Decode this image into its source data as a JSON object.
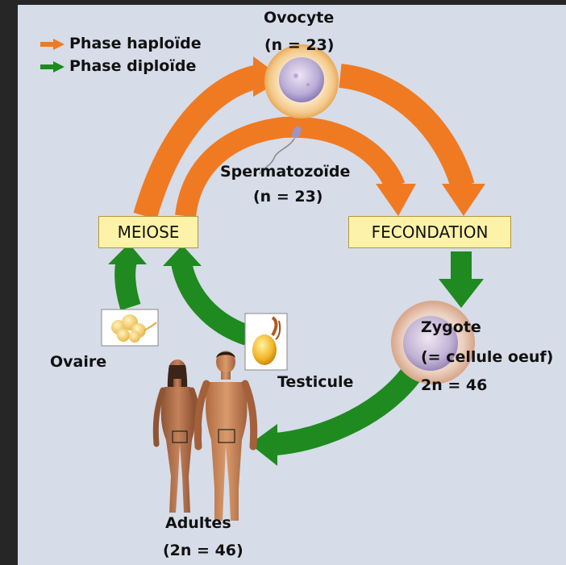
{
  "legend": {
    "items": [
      {
        "label": "Phase haploïde",
        "color": "#f07a22"
      },
      {
        "label": "Phase diploïde",
        "color": "#1f8a1f"
      }
    ]
  },
  "nodes": {
    "ovocyte": {
      "name": "Ovocyte",
      "ploidy": "(n = 23)"
    },
    "spermatozoide": {
      "name": "Spermatozoïde",
      "ploidy": "(n = 23)"
    },
    "meiose": {
      "label": "MEIOSE"
    },
    "fecondation": {
      "label": "FECONDATION"
    },
    "zygote": {
      "name": "Zygote",
      "note": "(= cellule oeuf)",
      "ploidy": "2n = 46"
    },
    "ovaire": {
      "name": "Ovaire"
    },
    "testicule": {
      "name": "Testicule"
    },
    "adultes": {
      "name": "Adultes",
      "ploidy": "(2n = 46)"
    }
  },
  "colors": {
    "haploid": "#f07a22",
    "diploid": "#1f8a1f",
    "panel": "#d6dce8",
    "box_fill": "#fdf3a8"
  }
}
